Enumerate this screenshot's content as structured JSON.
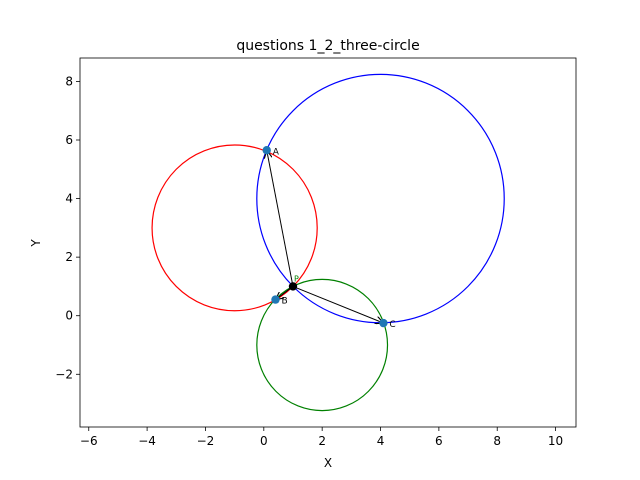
{
  "chart_data": {
    "type": "scatter",
    "title": "questions 1_2_three-circle",
    "xlabel": "X",
    "ylabel": "Y",
    "xlim": [
      -6.3,
      10.7
    ],
    "ylim": [
      -3.8,
      8.8
    ],
    "xticks": [
      {
        "value": -6,
        "label": "−6"
      },
      {
        "value": -4,
        "label": "−4"
      },
      {
        "value": -2,
        "label": "−2"
      },
      {
        "value": 0,
        "label": "0"
      },
      {
        "value": 2,
        "label": "2"
      },
      {
        "value": 4,
        "label": "4"
      },
      {
        "value": 6,
        "label": "6"
      },
      {
        "value": 8,
        "label": "8"
      },
      {
        "value": 10,
        "label": "10"
      }
    ],
    "yticks": [
      {
        "value": -2,
        "label": "−2"
      },
      {
        "value": 0,
        "label": "0"
      },
      {
        "value": 2,
        "label": "2"
      },
      {
        "value": 4,
        "label": "4"
      },
      {
        "value": 6,
        "label": "6"
      },
      {
        "value": 8,
        "label": "8"
      }
    ],
    "grid": false,
    "circles": [
      {
        "cx": -1.0,
        "cy": 3.0,
        "r": 2.83,
        "color": "#ff0000"
      },
      {
        "cx": 4.0,
        "cy": 4.0,
        "r": 4.24,
        "color": "#0000ff"
      },
      {
        "cx": 2.0,
        "cy": -1.0,
        "r": 2.24,
        "color": "#008000"
      }
    ],
    "points": [
      {
        "name": "A",
        "x": 0.1,
        "y": 5.65,
        "color": "#1f77b4"
      },
      {
        "name": "B",
        "x": 0.4,
        "y": 0.55,
        "color": "#1f77b4"
      },
      {
        "name": "C",
        "x": 4.1,
        "y": -0.25,
        "color": "#1f77b4"
      }
    ],
    "center_point": {
      "name": "P",
      "x": 1.0,
      "y": 1.0,
      "color": "#000000",
      "label_color": "#008000"
    }
  }
}
